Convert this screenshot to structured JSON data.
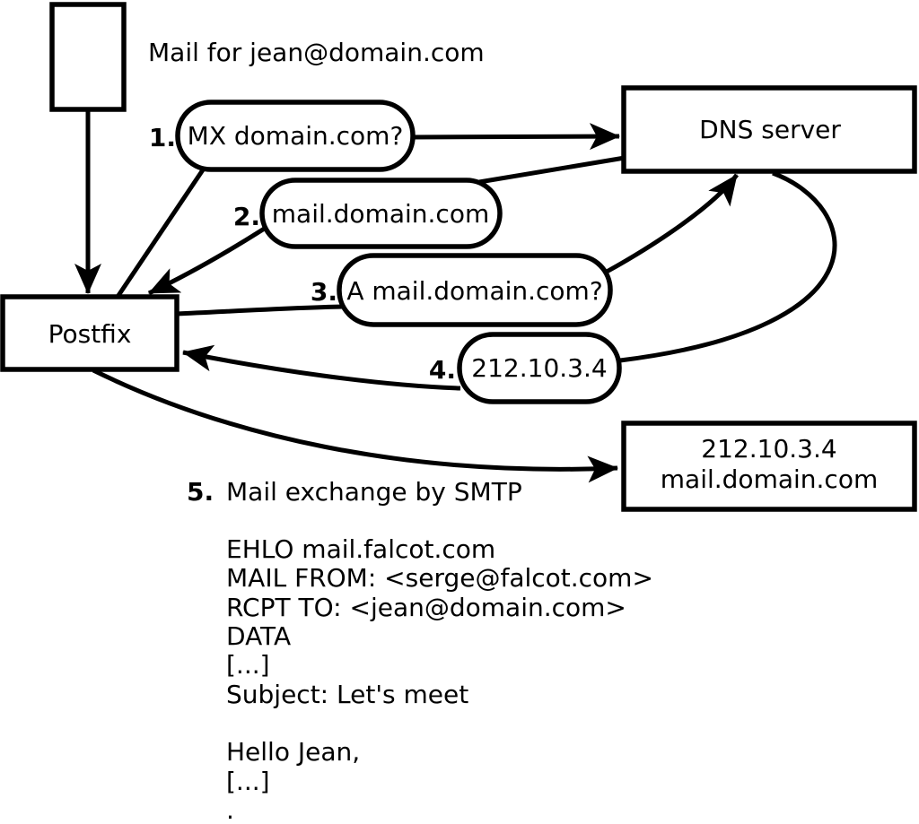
{
  "title": "Mail for jean@domain.com",
  "nodes": {
    "postfix": {
      "label": "Postfix"
    },
    "dns": {
      "label": "DNS server"
    },
    "mailserver": {
      "line1": "212.10.3.4",
      "line2": "mail.domain.com"
    }
  },
  "steps": [
    {
      "num": "1.",
      "label": "MX domain.com?"
    },
    {
      "num": "2.",
      "label": "mail.domain.com"
    },
    {
      "num": "3.",
      "label": "A mail.domain.com?"
    },
    {
      "num": "4.",
      "label": "212.10.3.4"
    },
    {
      "num": "5.",
      "label": "Mail exchange by SMTP"
    }
  ],
  "smtp_session": {
    "lines": [
      "EHLO mail.falcot.com",
      "MAIL FROM: <serge@falcot.com>",
      "RCPT TO: <jean@domain.com>",
      "DATA",
      "[...]",
      "Subject: Let's meet",
      "",
      "Hello Jean,",
      "[...]",
      "."
    ]
  },
  "colors": {
    "stroke": "#000000",
    "background": "#ffffff"
  }
}
